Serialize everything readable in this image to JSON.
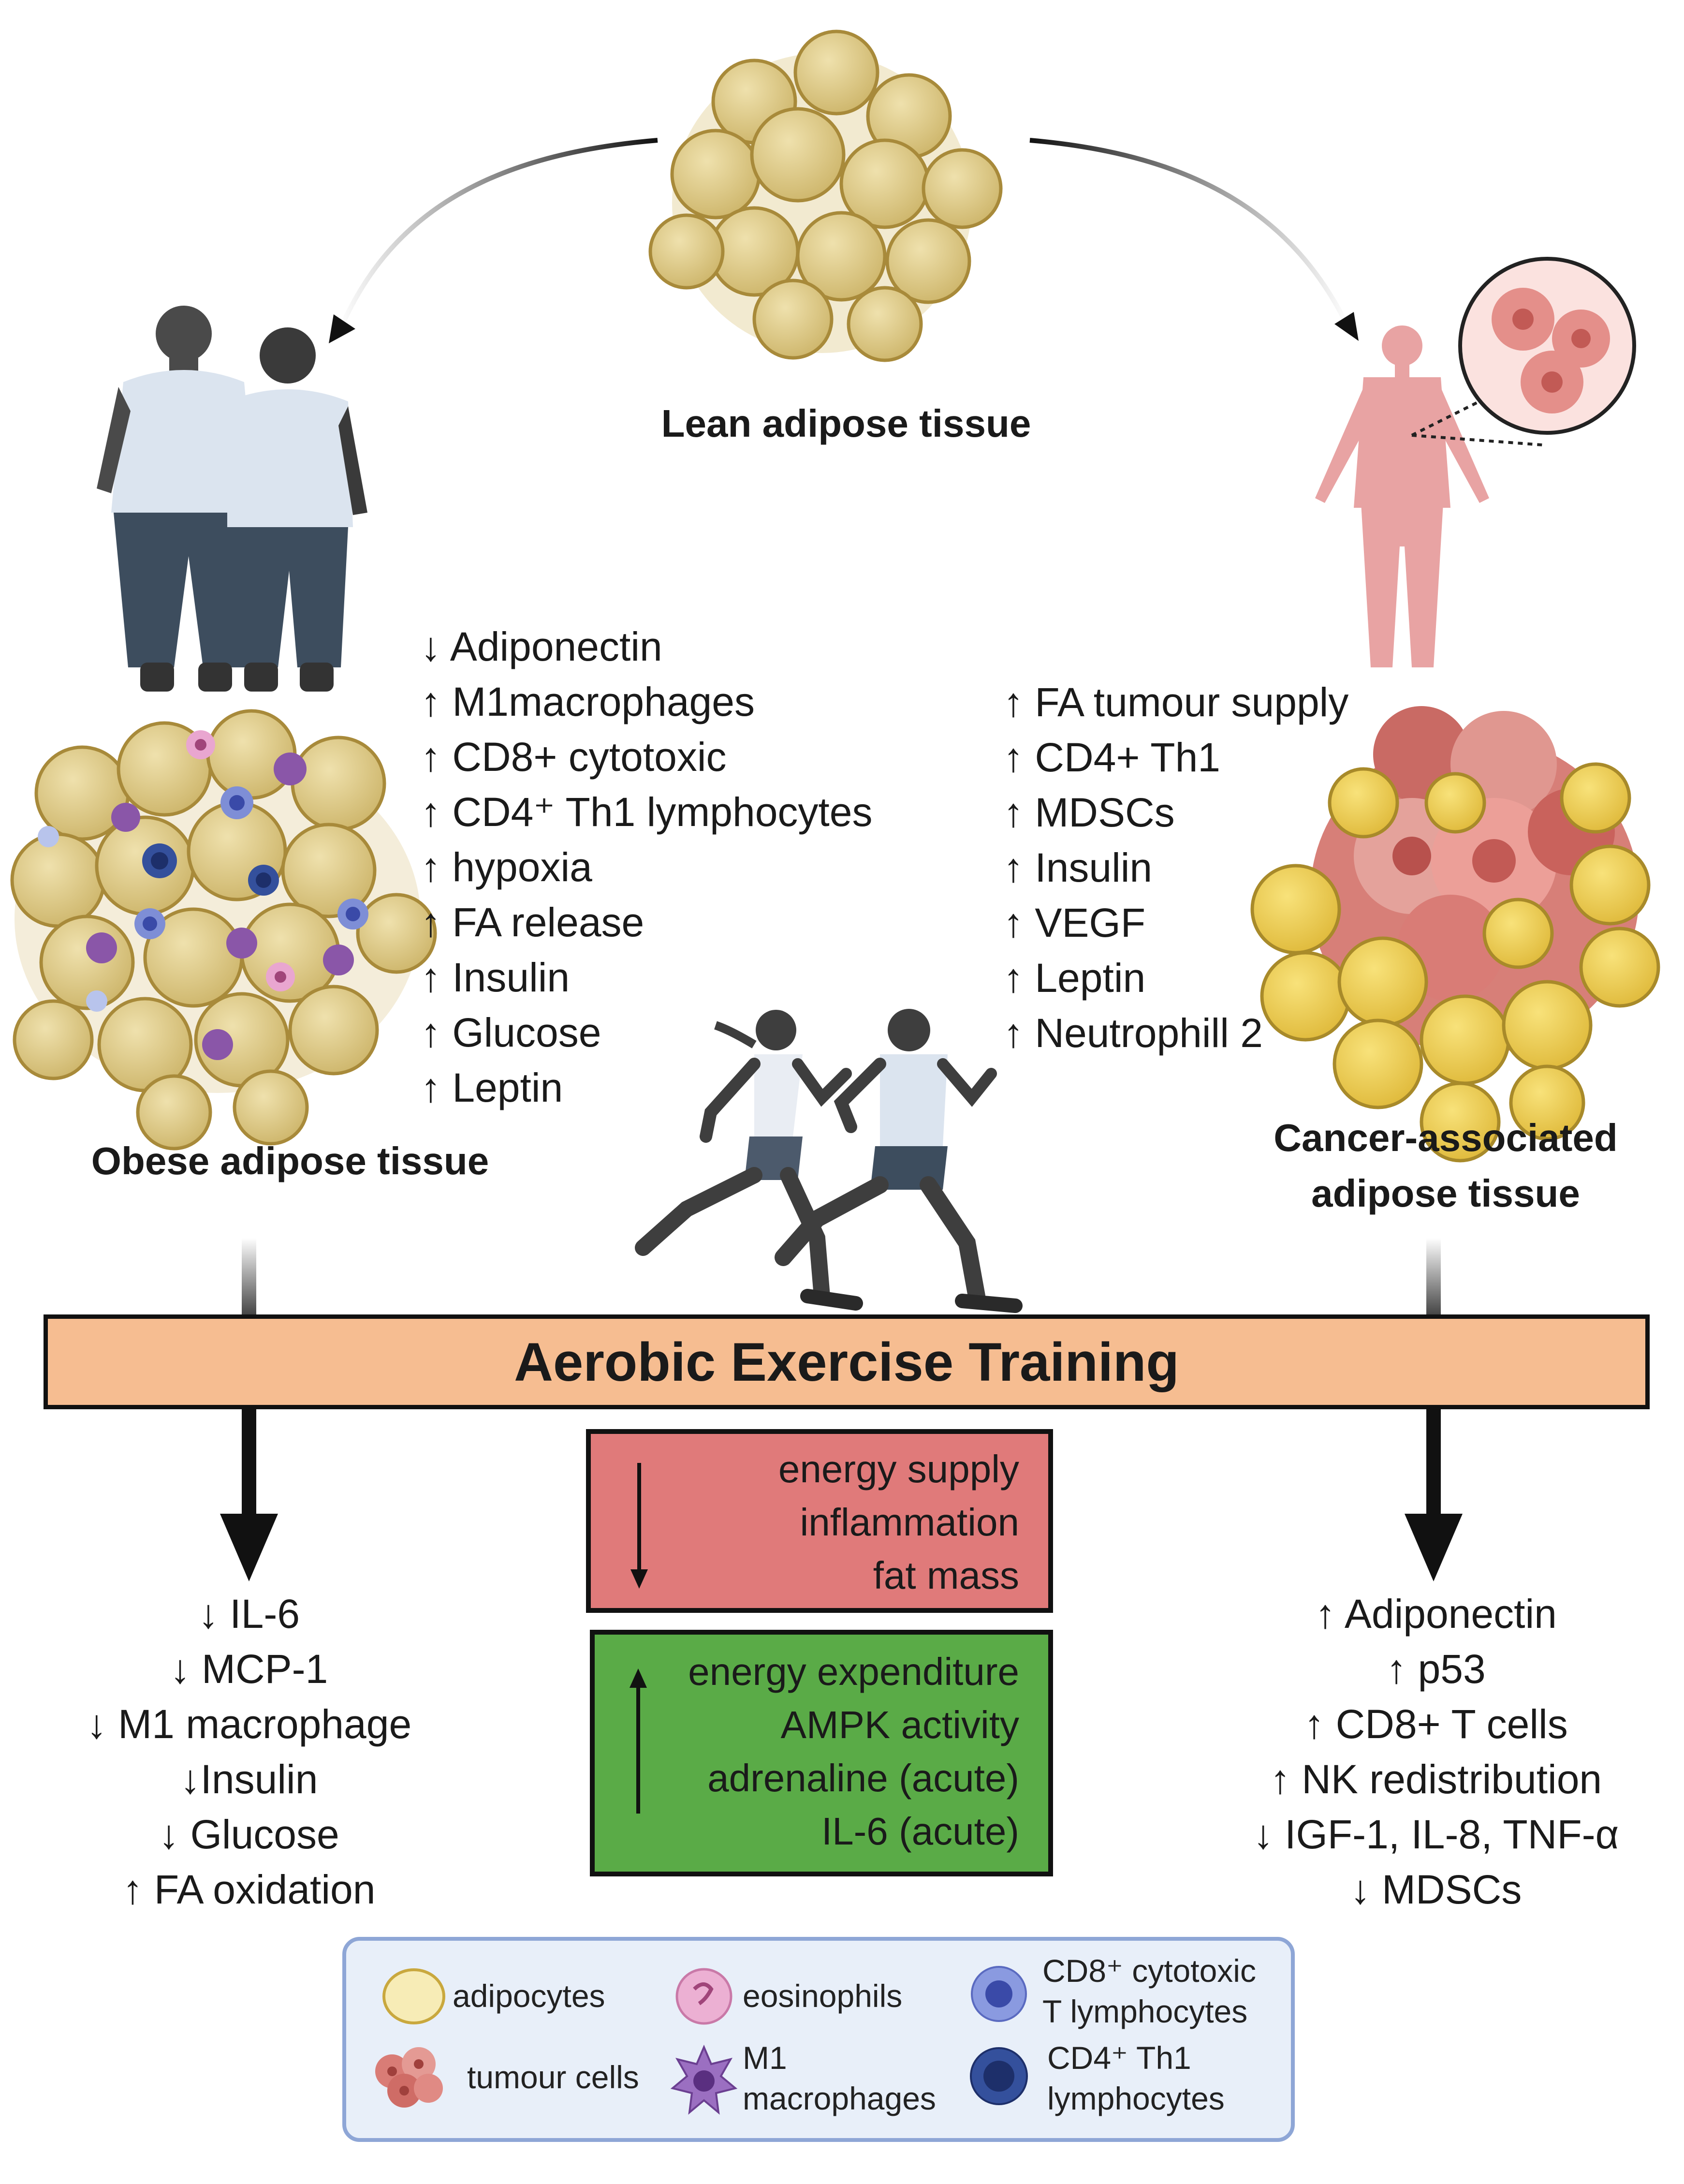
{
  "top": {
    "lean_label": "Lean adipose tissue",
    "obese_label": "Obese adipose tissue",
    "cancer_label_line1": "Cancer-associated",
    "cancer_label_line2": "adipose tissue"
  },
  "obese_effects": [
    "↓ Adiponectin",
    "↑ M1macrophages",
    "↑ CD8+ cytotoxic",
    "↑ CD4⁺ Th1 lymphocytes",
    "↑ hypoxia",
    "↑ FA release",
    "↑ Insulin",
    "↑ Glucose",
    "↑ Leptin"
  ],
  "cancer_effects": [
    "↑ FA tumour supply",
    "↑ CD4+ Th1",
    "↑ MDSCs",
    "↑ Insulin",
    "↑ VEGF",
    "↑ Leptin",
    "↑ Neutrophill 2"
  ],
  "exercise_label": "Aerobic Exercise Training",
  "decrease_box": [
    "energy supply",
    "inflammation",
    "fat mass"
  ],
  "increase_box": [
    "energy expenditure",
    "AMPK activity",
    "adrenaline (acute)",
    "IL-6 (acute)"
  ],
  "obese_outcomes": [
    "↓ IL-6",
    "↓ MCP-1",
    "↓ M1 macrophage",
    "↓Insulin",
    "↓ Glucose",
    "↑ FA oxidation"
  ],
  "cancer_outcomes": [
    "↑ Adiponectin",
    "↑ p53",
    "↑ CD8+ T cells",
    "↑ NK redistribution",
    "↓ IGF-1, IL-8, TNF-α",
    "↓ MDSCs"
  ],
  "legend": {
    "adipocytes": "adipocytes",
    "eosinophils": "eosinophils",
    "cd8_line1": "CD8⁺ cytotoxic",
    "cd8_line2": "T lymphocytes",
    "tumour": "tumour cells",
    "m1_line1": "M1",
    "m1_line2": "macrophages",
    "cd4_line1": "CD4⁺ Th1",
    "cd4_line2": "lymphocytes"
  },
  "colors": {
    "adipocyte_fill": "#e3d29a",
    "adipocyte_yellow": "#f0d35a",
    "tumour": "#d98880",
    "exercise_bar": "#f6bd91",
    "decrease_box": "#e07a7a",
    "increase_box": "#5aab47",
    "legend_bg": "#e8eff9",
    "legend_border": "#8ea6d6",
    "person_skin": "#4d4d4d",
    "shirt": "#dbe4ef",
    "pants": "#3d4d5e",
    "cancer_body": "#e8a3a3"
  }
}
